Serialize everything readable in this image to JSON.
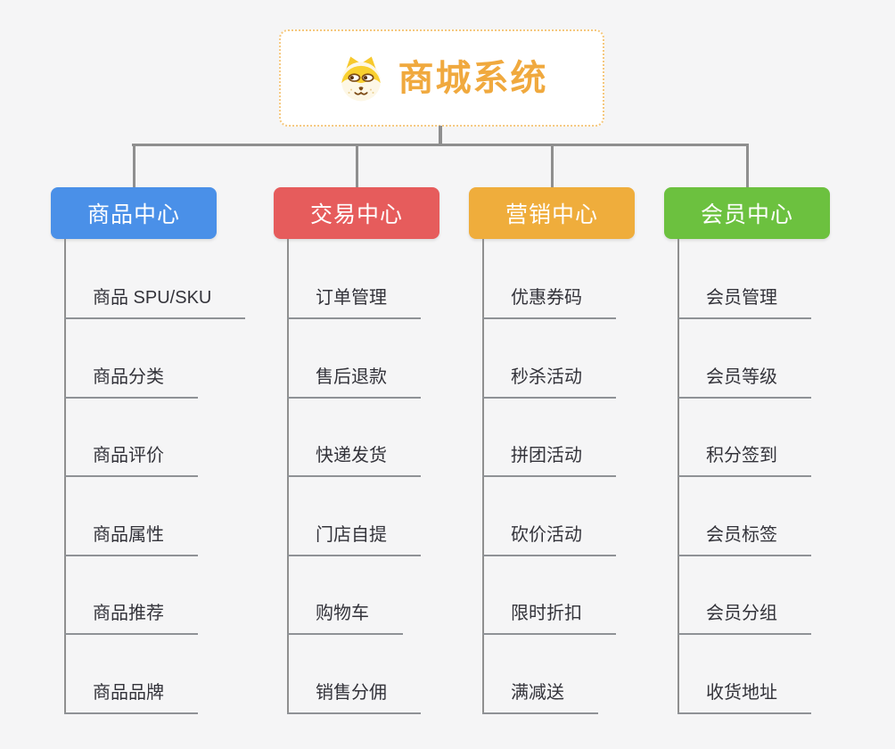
{
  "background": "#F5F5F6",
  "connector_color": "#8F8F8F",
  "root": {
    "title": "商城系统",
    "icon": "shiba-dog-icon",
    "border_color": "#F5C87E",
    "title_color": "#F0A93E"
  },
  "branches": [
    {
      "name": "product-center",
      "label": "商品中心",
      "color": "#4A90E8",
      "items": [
        "商品 SPU/SKU",
        "商品分类",
        "商品评价",
        "商品属性",
        "商品推荐",
        "商品品牌"
      ]
    },
    {
      "name": "trade-center",
      "label": "交易中心",
      "color": "#E65C5C",
      "items": [
        "订单管理",
        "售后退款",
        "快递发货",
        "门店自提",
        "购物车",
        "销售分佣"
      ]
    },
    {
      "name": "marketing-center",
      "label": "营销中心",
      "color": "#EFAD3C",
      "items": [
        "优惠券码",
        "秒杀活动",
        "拼团活动",
        "砍价活动",
        "限时折扣",
        "满减送"
      ]
    },
    {
      "name": "member-center",
      "label": "会员中心",
      "color": "#6CC13F",
      "items": [
        "会员管理",
        "会员等级",
        "积分签到",
        "会员标签",
        "会员分组",
        "收货地址"
      ]
    }
  ]
}
